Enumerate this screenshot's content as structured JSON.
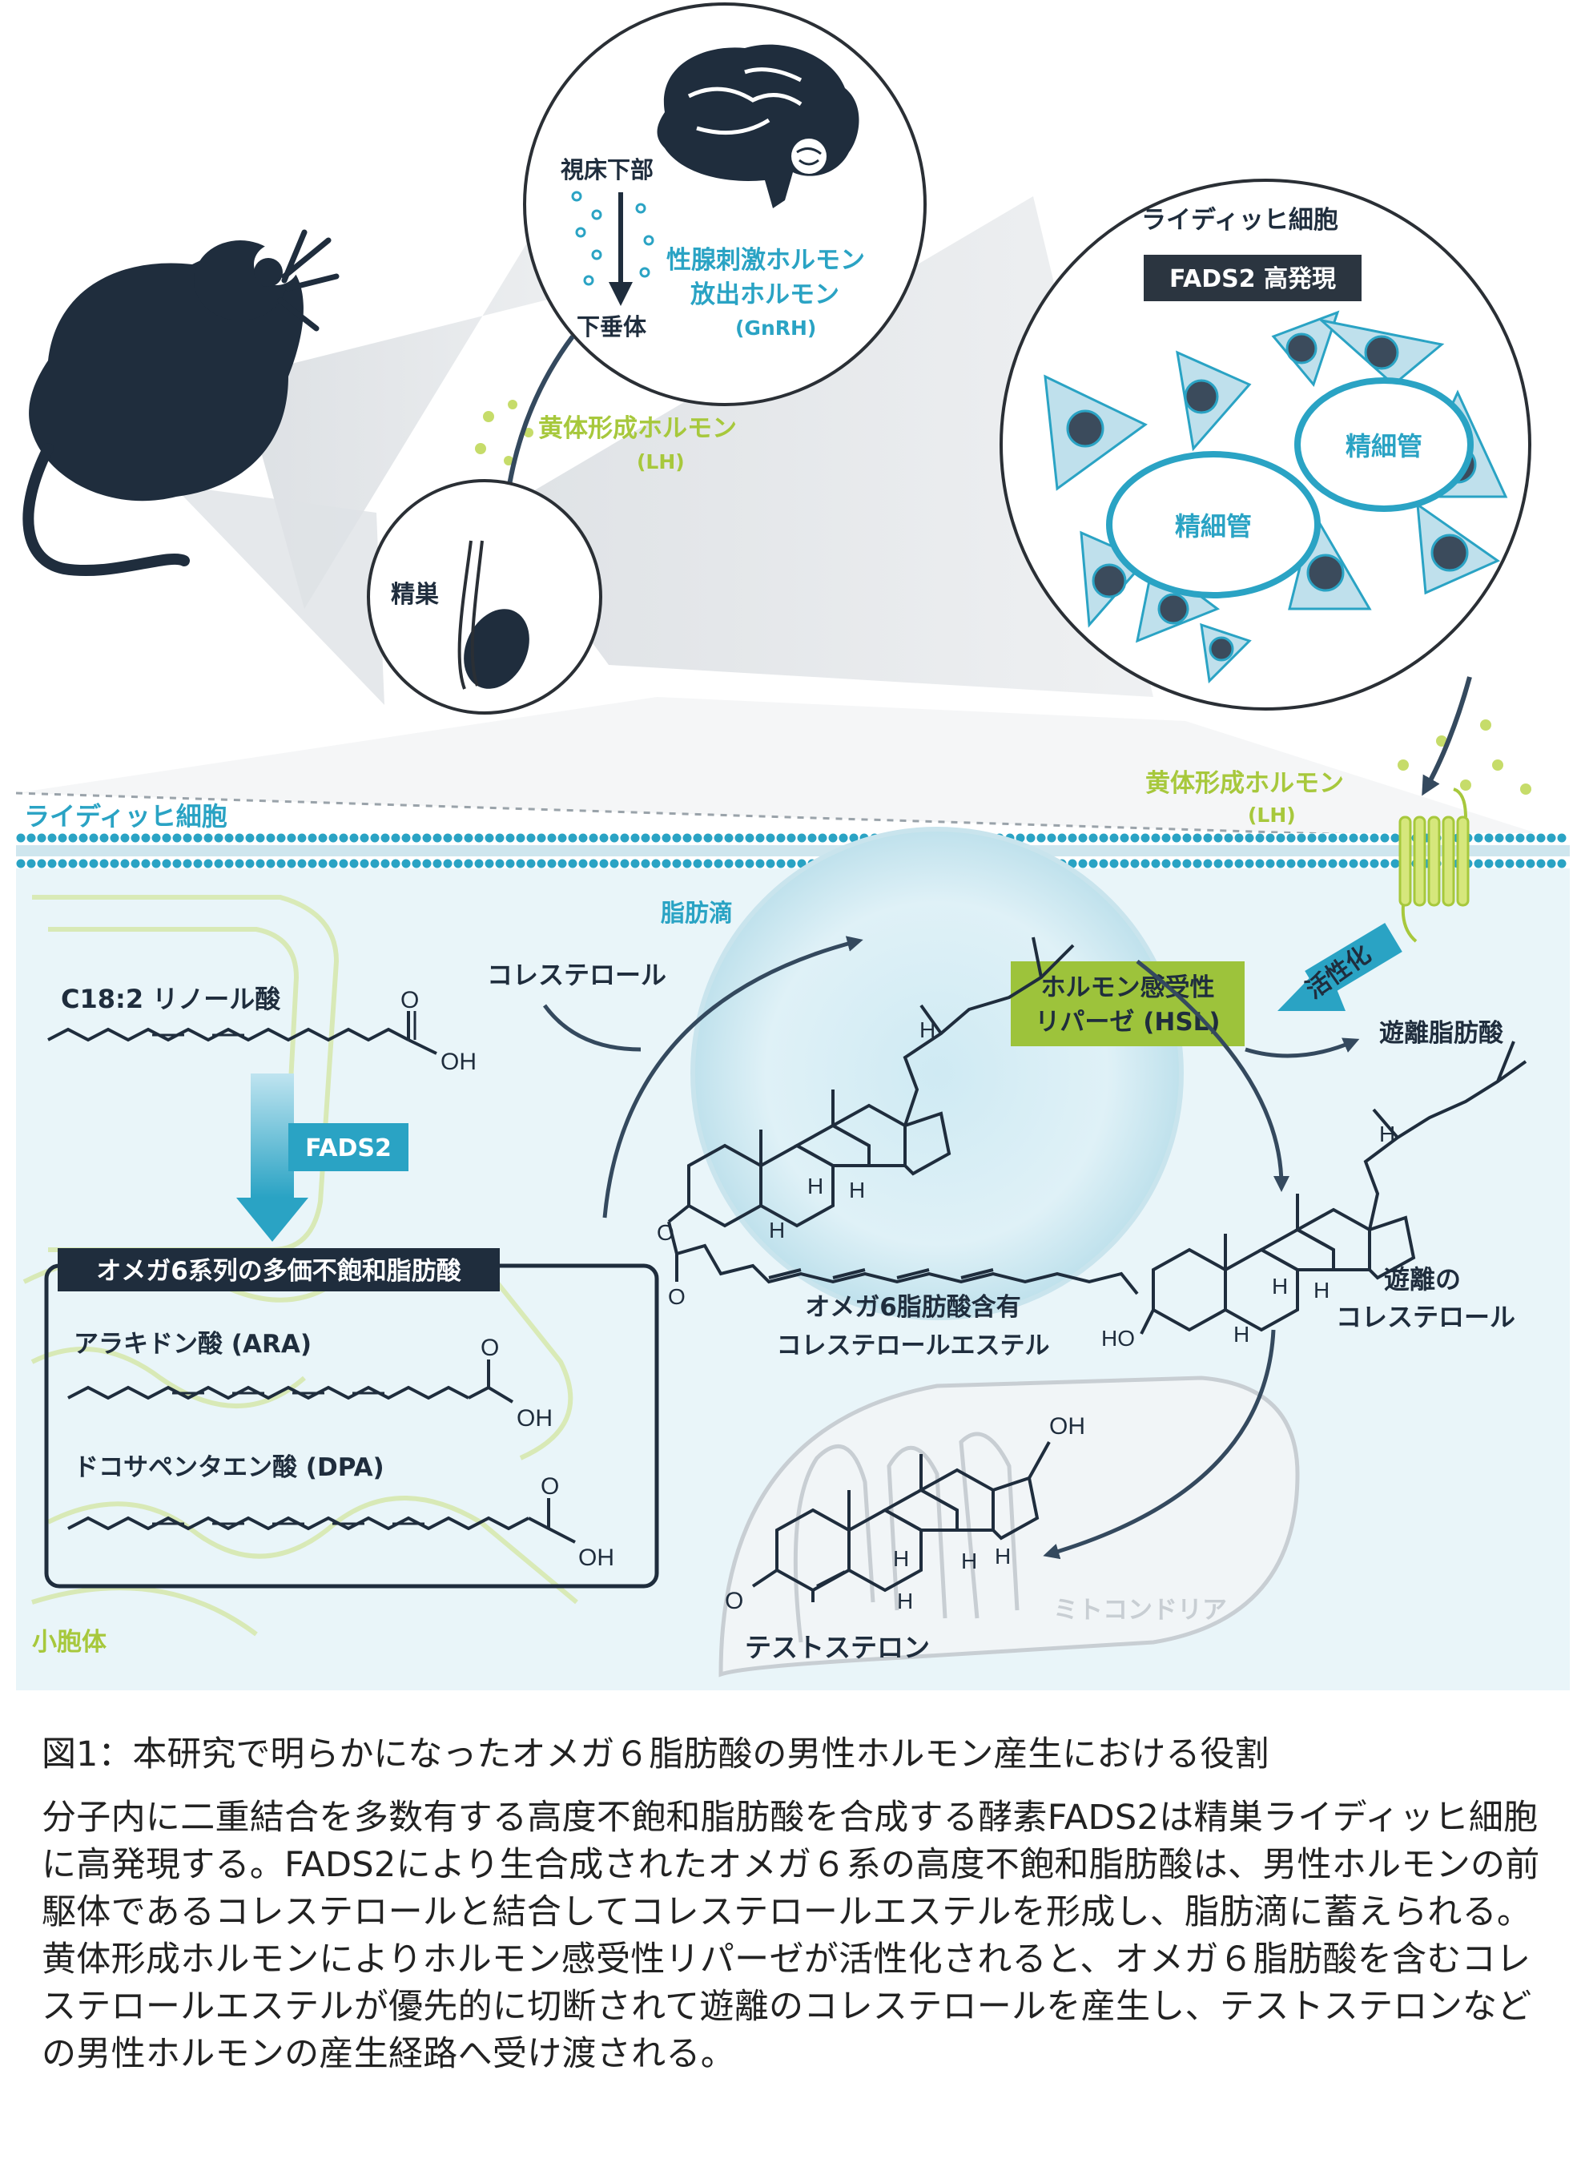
{
  "labels": {
    "hypothalamus": "視床下部",
    "gnrh_line1": "性腺刺激ホルモン",
    "gnrh_line2": "放出ホルモン",
    "gnrh_abbr": "(GnRH)",
    "pituitary": "下垂体",
    "lh_top": "黄体形成ホルモン",
    "lh_top_abbr": "(LH)",
    "testis": "精巣",
    "leydig_top": "ライディッヒ細胞",
    "fads2_high": "FADS2 高発現",
    "seminiferous_1": "精細管",
    "seminiferous_2": "精細管",
    "leydig_bottom": "ライディッヒ細胞",
    "lh_right": "黄体形成ホルモン",
    "lh_right_abbr": "(LH)",
    "activation": "活性化",
    "hsl_line1": "ホルモン感受性",
    "hsl_line2": "リパーゼ (HSL)",
    "free_fatty_acid": "遊離脂肪酸",
    "lipid_droplet": "脂肪滴",
    "cholesterol": "コレステロール",
    "linoleic": "C18:2 リノール酸",
    "fads2": "FADS2",
    "omega6_header": "オメガ6系列の多価不飽和脂肪酸",
    "ara": "アラキドン酸 (ARA)",
    "dpa": "ドコサペンタエン酸 (DPA)",
    "ester_line1": "オメガ6脂肪酸含有",
    "ester_line2": "コレステロールエステル",
    "free_chol_line1": "遊離の",
    "free_chol_line2": "コレステロール",
    "er": "小胞体",
    "mitochondria": "ミトコンドリア",
    "testosterone": "テストステロン",
    "oh": "OH",
    "o": "O",
    "ho": "HO",
    "h": "H"
  },
  "caption": {
    "title": "図1：本研究で明らかになったオメガ６脂肪酸の男性ホルモン産生における役割",
    "body": "分子内に二重結合を多数有する高度不飽和脂肪酸を合成する酵素FADS2は精巣ライディッヒ細胞に高発現する。FADS2により生合成されたオメガ６系の高度不飽和脂肪酸は、男性ホルモンの前駆体であるコレステロールと結合してコレステロールエステルを形成し、脂肪滴に蓄えられる。黄体形成ホルモンによりホルモン感受性リパーゼが活性化されると、オメガ６脂肪酸を含むコレステロールエステルが優先的に切断されて遊離のコレステロールを産生し、テストステロンなどの男性ホルモンの産生経路へ受け渡される。"
  },
  "colors": {
    "navy": "#1f2d3d",
    "teal": "#2aa3c4",
    "lime": "#a7c83c",
    "hsl_green": "#9dc33b",
    "cell_bg": "#e9f5f9"
  }
}
